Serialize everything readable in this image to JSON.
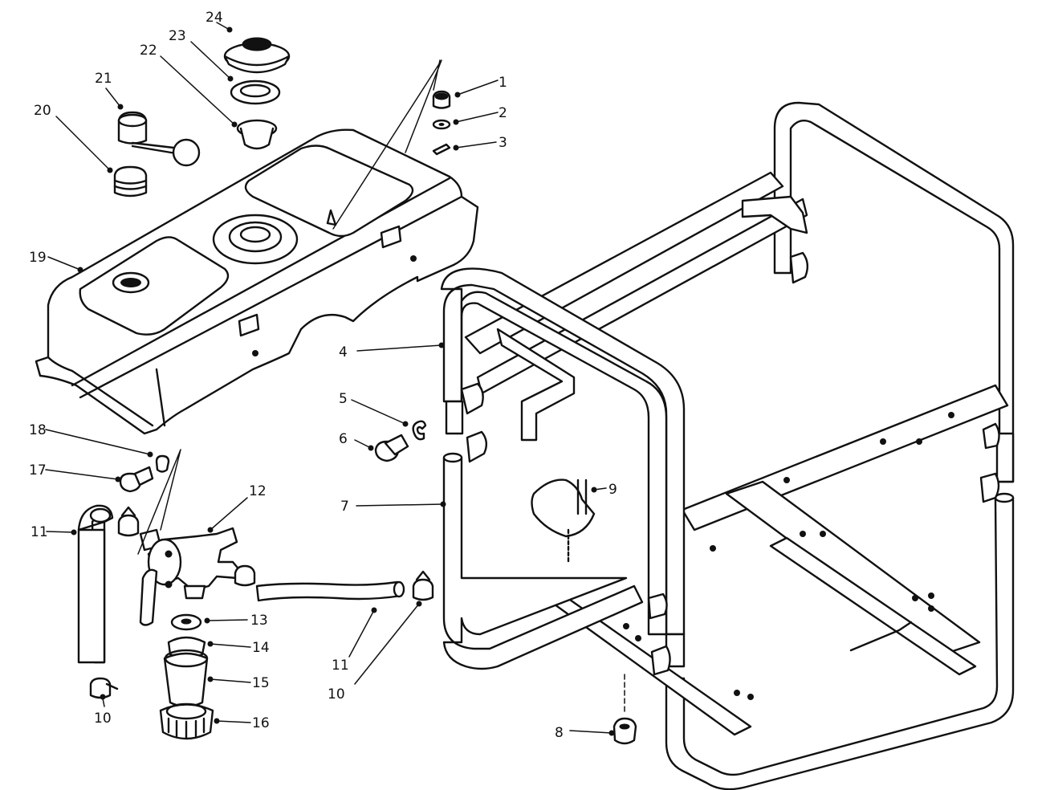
{
  "callouts": [
    {
      "id": "c1",
      "label": "1"
    },
    {
      "id": "c2",
      "label": "2"
    },
    {
      "id": "c3",
      "label": "3"
    },
    {
      "id": "c4",
      "label": "4"
    },
    {
      "id": "c5",
      "label": "5"
    },
    {
      "id": "c6",
      "label": "6"
    },
    {
      "id": "c7",
      "label": "7"
    },
    {
      "id": "c8",
      "label": "8"
    },
    {
      "id": "c9",
      "label": "9"
    },
    {
      "id": "c10a",
      "label": "10"
    },
    {
      "id": "c10b",
      "label": "10"
    },
    {
      "id": "c11a",
      "label": "11"
    },
    {
      "id": "c11b",
      "label": "11"
    },
    {
      "id": "c12",
      "label": "12"
    },
    {
      "id": "c13",
      "label": "13"
    },
    {
      "id": "c14",
      "label": "14"
    },
    {
      "id": "c15",
      "label": "15"
    },
    {
      "id": "c16",
      "label": "16"
    },
    {
      "id": "c17",
      "label": "17"
    },
    {
      "id": "c18",
      "label": "18"
    },
    {
      "id": "c19",
      "label": "19"
    },
    {
      "id": "c20",
      "label": "20"
    },
    {
      "id": "c21",
      "label": "21"
    },
    {
      "id": "c22",
      "label": "22"
    },
    {
      "id": "c23",
      "label": "23"
    },
    {
      "id": "c24",
      "label": "24"
    }
  ],
  "colors": {
    "ink": "#111111",
    "paper": "#ffffff"
  }
}
